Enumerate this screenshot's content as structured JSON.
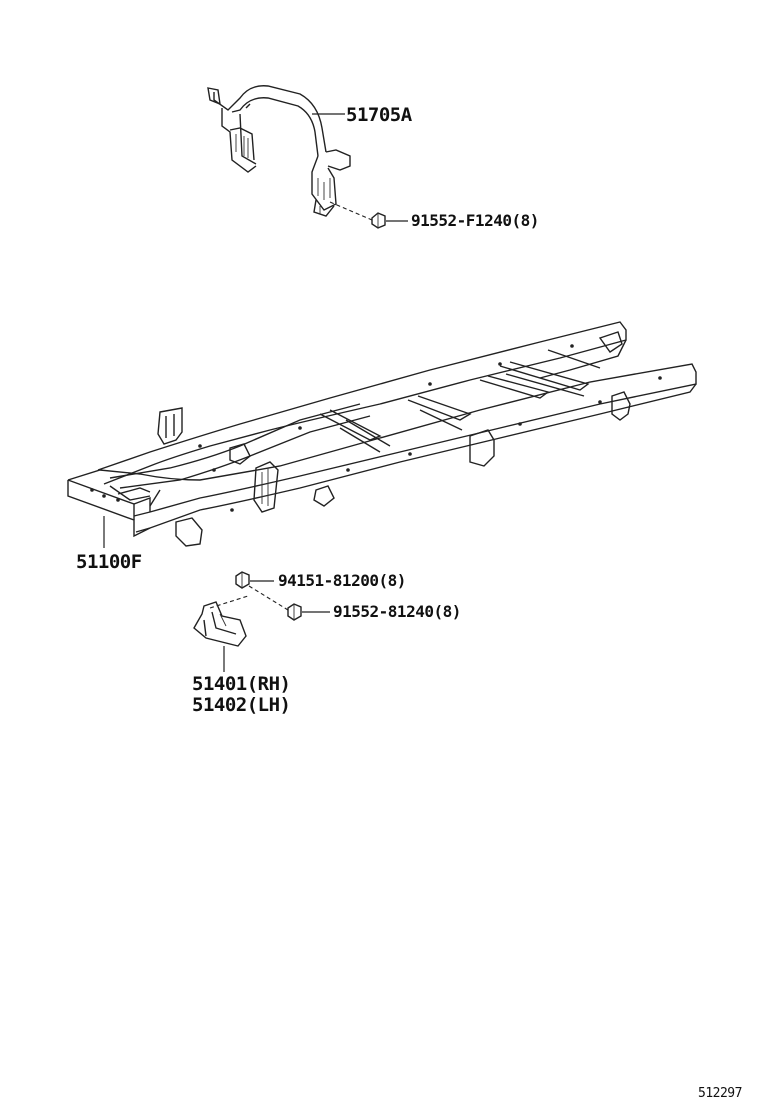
{
  "diagram": {
    "parts": {
      "spare_tire_carrier": {
        "number": "51705A",
        "icon": "spare-tire-carrier-bracket"
      },
      "carrier_bolt": {
        "number": "91552-F1240",
        "qty": "(8)",
        "icon": "bolt-icon"
      },
      "frame_assembly": {
        "number": "51100F",
        "icon": "frame-ladder"
      },
      "nut": {
        "number": "94151-81200",
        "qty": "(8)",
        "icon": "nut-icon"
      },
      "bracket_bolt": {
        "number": "91552-81240",
        "qty": "(8)",
        "icon": "bolt-icon"
      },
      "bracket_rh": {
        "number": "51401",
        "side": "(RH)"
      },
      "bracket_lh": {
        "number": "51402",
        "side": "(LH)"
      }
    },
    "figure_id": "512297"
  }
}
